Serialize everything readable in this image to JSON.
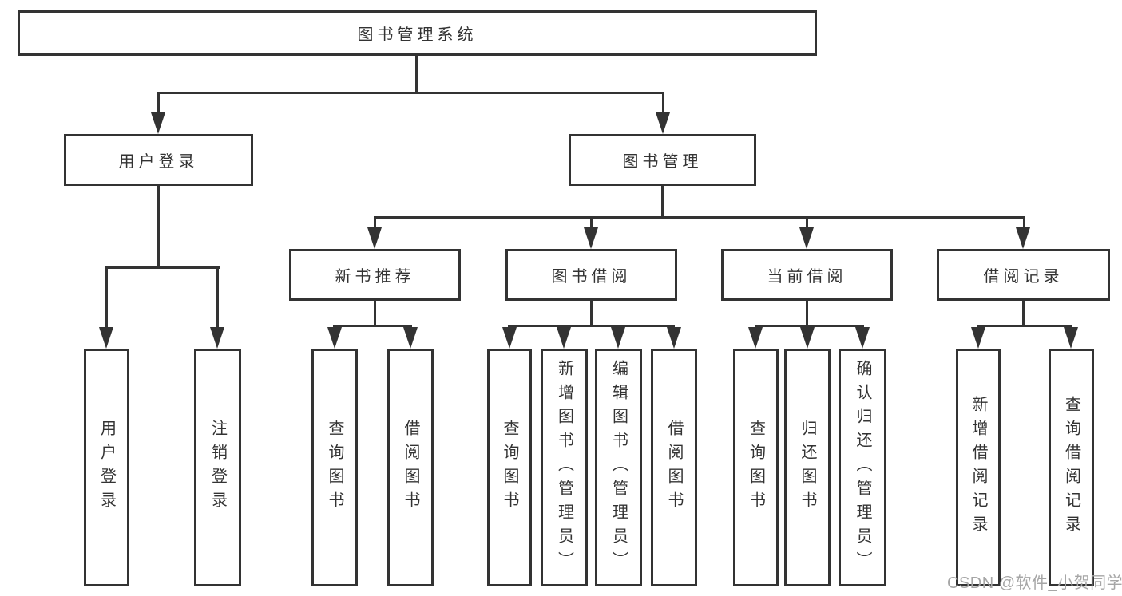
{
  "colors": {
    "line": "#333333",
    "text": "#333333",
    "box_fill": "#ffffff",
    "background": "#ffffff",
    "watermark": "#a6a6a6"
  },
  "watermark": {
    "text": "CSDN @软件_小贺同学"
  },
  "tree": {
    "root": {
      "label": "图书管理系统"
    },
    "children": [
      {
        "label": "用户登录",
        "children": [
          {
            "label": "用户登录"
          },
          {
            "label": "注销登录"
          }
        ]
      },
      {
        "label": "图书管理",
        "children": [
          {
            "label": "新书推荐",
            "children": [
              {
                "label": "查询图书"
              },
              {
                "label": "借阅图书"
              }
            ]
          },
          {
            "label": "图书借阅",
            "children": [
              {
                "label": "查询图书"
              },
              {
                "label": "新增图书（管理员）"
              },
              {
                "label": "编辑图书（管理员）"
              },
              {
                "label": "借阅图书"
              }
            ]
          },
          {
            "label": "当前借阅",
            "children": [
              {
                "label": "查询图书"
              },
              {
                "label": "归还图书"
              },
              {
                "label": "确认归还（管理员）"
              }
            ]
          },
          {
            "label": "借阅记录",
            "children": [
              {
                "label": "新增借阅记录"
              },
              {
                "label": "查询借阅记录"
              }
            ]
          }
        ]
      }
    ]
  }
}
